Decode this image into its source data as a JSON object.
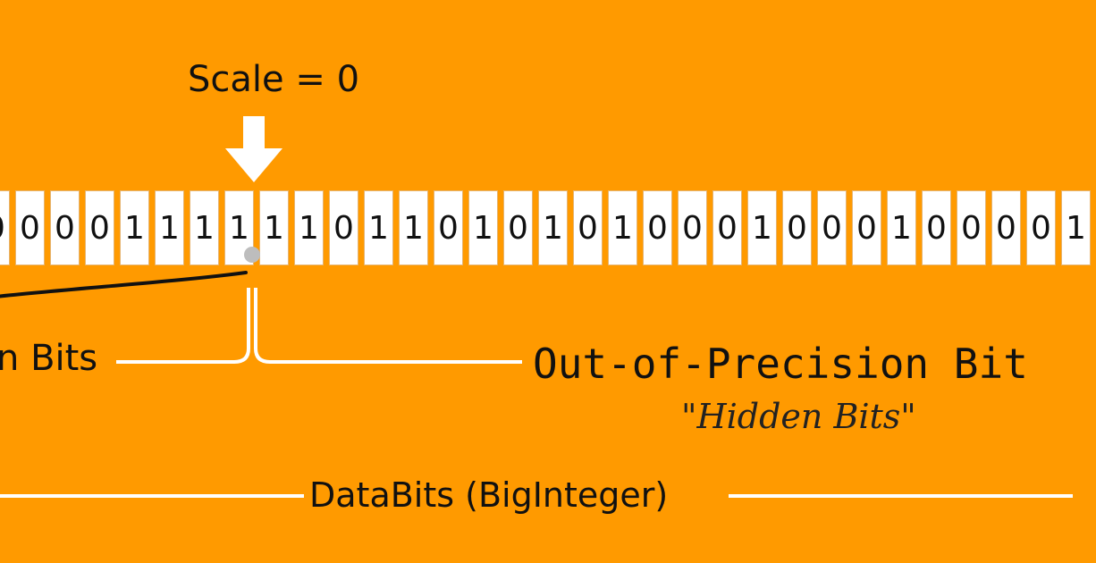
{
  "diagram": {
    "scale_label": "Scale = 0",
    "bits": [
      "0",
      "0",
      "0",
      "0",
      "1",
      "1",
      "1",
      "1",
      "1",
      "1",
      "0",
      "1",
      "1",
      "0",
      "1",
      "0",
      "1",
      "0",
      "1",
      "0",
      "0",
      "0",
      "1",
      "0",
      "0",
      "0",
      "1",
      "0",
      "0",
      "0",
      "0",
      "1"
    ],
    "precision_label": "n Bits",
    "out_of_precision_label": "Out-of-Precision Bit",
    "hidden_bits_label": "\"Hidden Bits\"",
    "databits_label": "DataBits (BigInteger)"
  },
  "colors": {
    "background": "#FF9A00",
    "cell": "#FFFFFF",
    "text": "#111111",
    "line": "#FFFFFF",
    "marker": "#BDBDBD"
  },
  "icons": {
    "scale_pointer": "down-arrow-icon"
  }
}
